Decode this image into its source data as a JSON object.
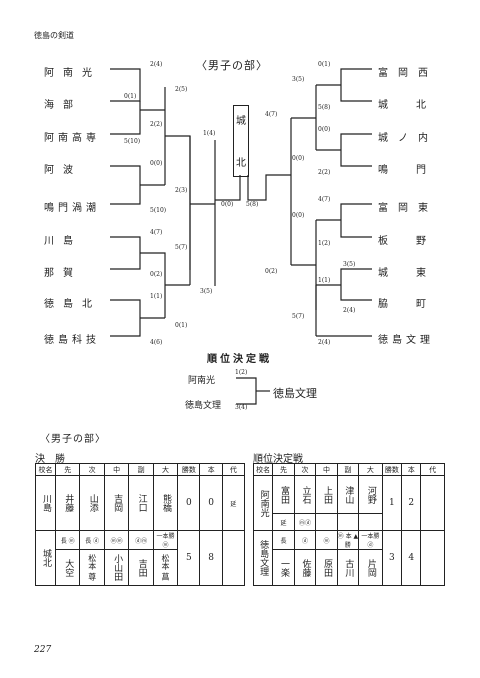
{
  "header": "徳島の剣道",
  "bracket": {
    "title": "〈男子の部〉",
    "left_teams": [
      "阿南光",
      "海部",
      "阿南高専",
      "阿波",
      "鳴門渦潮",
      "川島",
      "那賀",
      "徳島北",
      "徳島科技"
    ],
    "right_teams": [
      "富岡西",
      "城北",
      "城ノ内",
      "鳴門",
      "富岡東",
      "板野",
      "城東",
      "脇町",
      "徳島文理"
    ],
    "winner": [
      "城",
      "北"
    ],
    "scores": {
      "l1": "2(4)",
      "l2": "0(1)",
      "l3": "2(2)",
      "l4": "5(10)",
      "l5": "2(5)",
      "l6": "0(0)",
      "l7": "2(3)",
      "l8": "5(10)",
      "l9": "4(7)",
      "l10": "0(2)",
      "l11": "5(7)",
      "l12": "1(1)",
      "l13": "0(1)",
      "l14": "4(6)",
      "l15": "3(5)",
      "l16": "1(4)",
      "l17": "0(0)",
      "r1": "0(1)",
      "r2": "5(8)",
      "r3": "3(5)",
      "r4": "0(0)",
      "r5": "2(2)",
      "r6": "0(0)",
      "r7": "4(7)",
      "r8": "4(7)",
      "r9": "1(2)",
      "r10": "0(0)",
      "r11": "3(5)",
      "r12": "1(1)",
      "r13": "2(4)",
      "r14": "5(7)",
      "r15": "2(4)",
      "r16": "0(2)",
      "r17": "5(8)"
    }
  },
  "placement": {
    "title": "順位決定戦",
    "team1": "阿南光",
    "team1_score": "1(2)",
    "team2": "徳島文理",
    "team2_score": "3(4)",
    "winner": "徳島文理"
  },
  "section": "〈男子の部〉",
  "final_table": {
    "label": "決　勝",
    "headers": [
      "校名",
      "先",
      "次",
      "中",
      "副",
      "大",
      "勝数",
      "本",
      "代"
    ],
    "team1": {
      "name": "川島",
      "players": [
        "井藤",
        "山添",
        "吉岡",
        "江口",
        "熊橋"
      ],
      "wins": "0",
      "points": "0",
      "note": "延"
    },
    "team2": {
      "name": "城北",
      "players": [
        "大空",
        "松本 尊",
        "小山田",
        "吉田",
        "松本 菖"
      ],
      "wins": "5",
      "points": "8",
      "marks": [
        "長 ⓜ",
        "長 ⓓ",
        "ⓜⓜ",
        "ⓓⓜ",
        "一本勝 ⓜ"
      ]
    }
  },
  "place_table": {
    "label": "順位決定戦",
    "headers": [
      "校名",
      "先",
      "次",
      "中",
      "副",
      "大",
      "勝数",
      "本",
      "代"
    ],
    "team1": {
      "name": "阿南光",
      "players": [
        "富田",
        "立石",
        "上田",
        "津山",
        "河野"
      ],
      "wins": "1",
      "points": "2",
      "marks": [
        "延",
        "ⓜⓓ",
        "",
        "",
        ""
      ]
    },
    "team2": {
      "name": "徳島文理",
      "players": [
        "一楽",
        "佐藤",
        "原田",
        "古川",
        "片岡"
      ],
      "wins": "3",
      "points": "4",
      "marks": [
        "長",
        "ⓓ",
        "ⓜ",
        "ⓜ 本 ▲勝",
        "一本勝 ⓓ"
      ]
    }
  },
  "page_number": "227"
}
